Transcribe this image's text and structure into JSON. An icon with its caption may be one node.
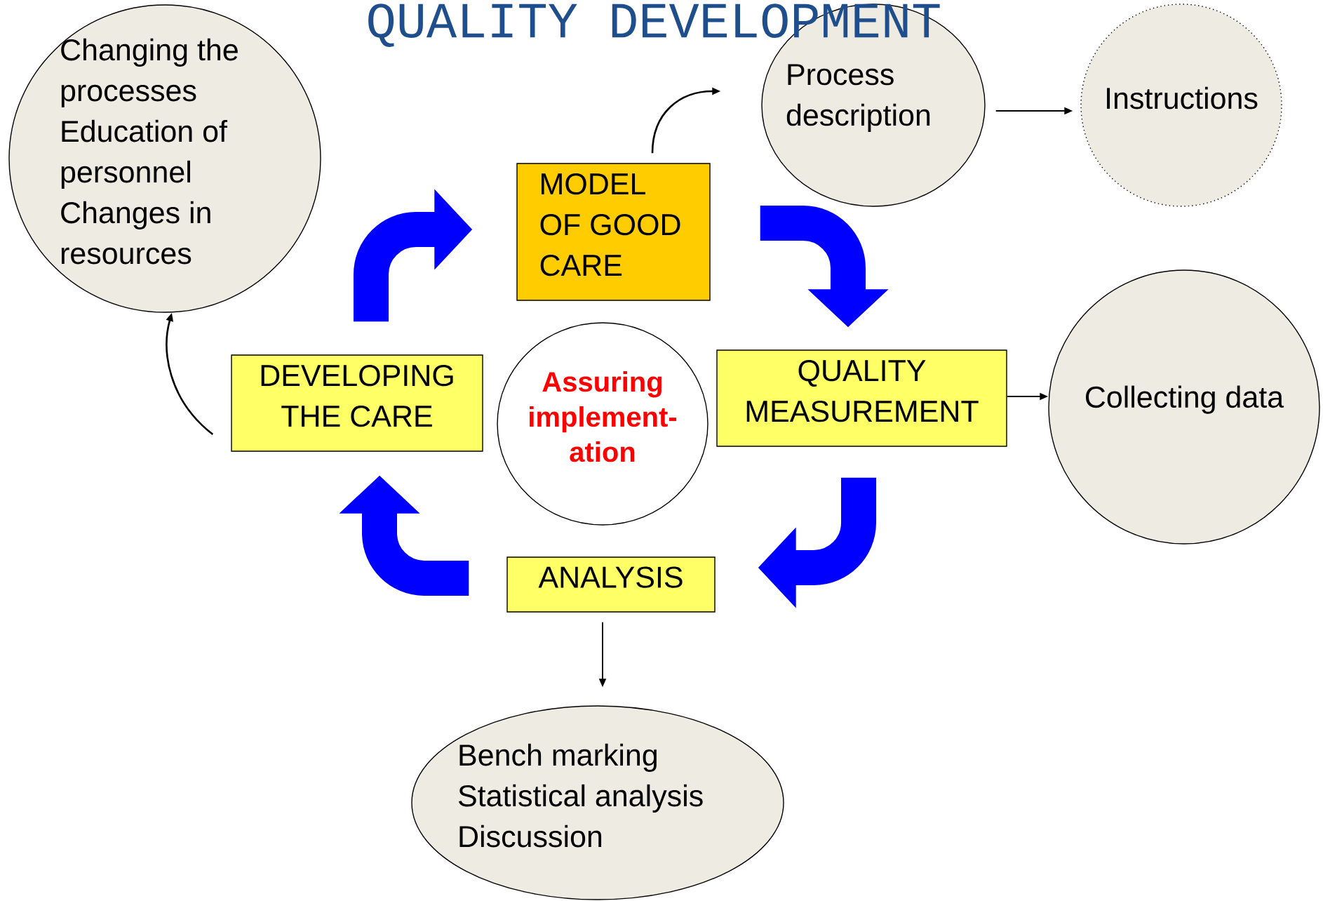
{
  "diagram": {
    "title": "QUALITY DEVELOPMENT",
    "nodes": [
      {
        "text": [
          "Changing the processes",
          "Education of personnel",
          "Changes in resources"
        ]
      },
      {
        "text": [
          "MODEL OF GOOD CARE"
        ]
      },
      {
        "text": [
          "Process description"
        ]
      },
      {
        "text": [
          "Instructions"
        ]
      },
      {
        "text": [
          "DEVELOPING THE CARE"
        ]
      },
      {
        "text": [
          "Assuring implement- ation"
        ]
      },
      {
        "text": [
          "QUALITY MEASUREMENT"
        ]
      },
      {
        "text": [
          "Collecting data"
        ]
      },
      {
        "text": [
          "ANALYSIS"
        ]
      },
      {
        "text": [
          "Bench marking",
          "Statistical analysis",
          "Discussion"
        ]
      }
    ],
    "edges": [
      {
        "from": 1,
        "to": 2,
        "arrow": "to"
      },
      {
        "from": 2,
        "to": 3,
        "arrow": "to"
      },
      {
        "from": 1,
        "to": 6,
        "arrow": "to",
        "style": "thick",
        "color": "#0000ff"
      },
      {
        "from": 6,
        "to": 8,
        "arrow": "to",
        "style": "thick",
        "color": "#0000ff"
      },
      {
        "from": 8,
        "to": 4,
        "arrow": "to",
        "style": "thick",
        "color": "#0000ff"
      },
      {
        "from": 4,
        "to": 1,
        "arrow": "to",
        "style": "thick",
        "color": "#0000ff"
      },
      {
        "from": 6,
        "to": 7,
        "arrow": "to"
      },
      {
        "from": 8,
        "to": 9,
        "arrow": "to"
      },
      {
        "from": 4,
        "to": 0,
        "arrow": "to"
      }
    ]
  }
}
